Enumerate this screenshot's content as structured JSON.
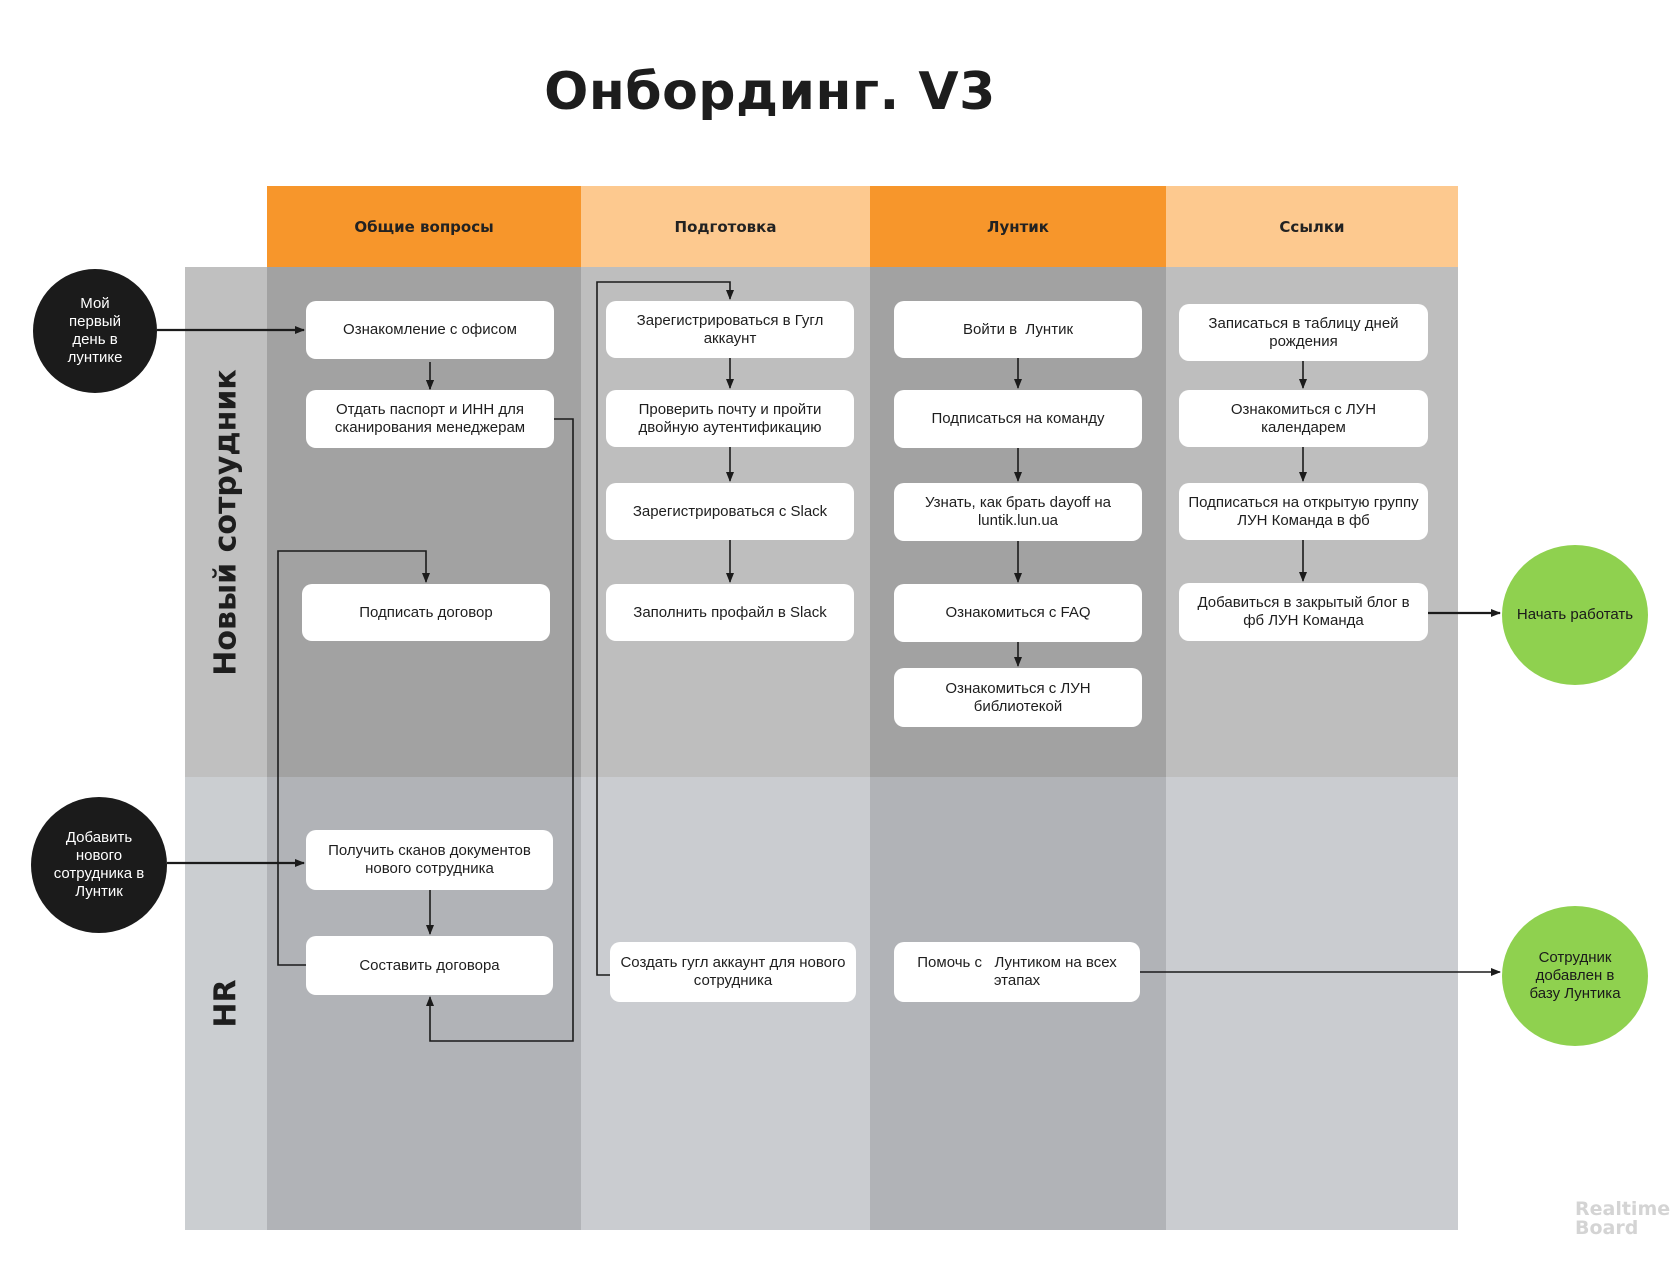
{
  "title": "Онбординг. V3",
  "columns": [
    {
      "label": "Общие вопросы",
      "header_color": "#f7962b"
    },
    {
      "label": "Подготовка",
      "header_color": "#fdc98f"
    },
    {
      "label": "Лунтик",
      "header_color": "#f7962b"
    },
    {
      "label": "Ссылки",
      "header_color": "#fdc98f"
    }
  ],
  "lanes": [
    {
      "label": "Новый сотрудник"
    },
    {
      "label": "HR"
    }
  ],
  "start_events": [
    {
      "label": "Мой первый день в лунтике"
    },
    {
      "label": "Добавить нового сотрудника в Лунтик"
    }
  ],
  "end_events": [
    {
      "label": "Начать работать"
    },
    {
      "label": "Сотрудник добавлен в базу Лунтика"
    }
  ],
  "tasks": {
    "employee_general": [
      "Ознакомление с офисом",
      "Отдать паспорт и ИНН  для сканирования менеджерам",
      "Подписать договор"
    ],
    "employee_prep": [
      "Зарегистрироваться  в Гугл аккаунт",
      "Проверить почту и пройти двойную аутентификацию",
      "Зарегистрироваться с Slack",
      "Заполнить профайл в Slack"
    ],
    "employee_luntik": [
      "Войти в  Лунтик",
      "Подписаться на команду",
      "Узнать, как брать dayoff на luntik.lun.ua",
      "Ознакомиться с FAQ",
      "Ознакомиться с ЛУН библиотекой"
    ],
    "employee_links": [
      "Записаться в таблицу дней рождения",
      "Ознакомиться с ЛУН календарем",
      "Подписаться на открытую группу ЛУН Команда в фб",
      "Добавиться в закрытый блог в фб ЛУН Команда"
    ],
    "hr_general": [
      "Получить сканов документов нового сотрудника",
      "Составить договора"
    ],
    "hr_prep": [
      "Создать гугл аккаунт для нового сотрудника"
    ],
    "hr_luntik": [
      "Помочь с   Лунтиком на всех этапах"
    ]
  },
  "watermark": "Realtime Board",
  "colors": {
    "start_event": "#1b1b1b",
    "end_event": "#8fd14f",
    "header_dark": "#f7962b",
    "header_light": "#fdc98f"
  }
}
